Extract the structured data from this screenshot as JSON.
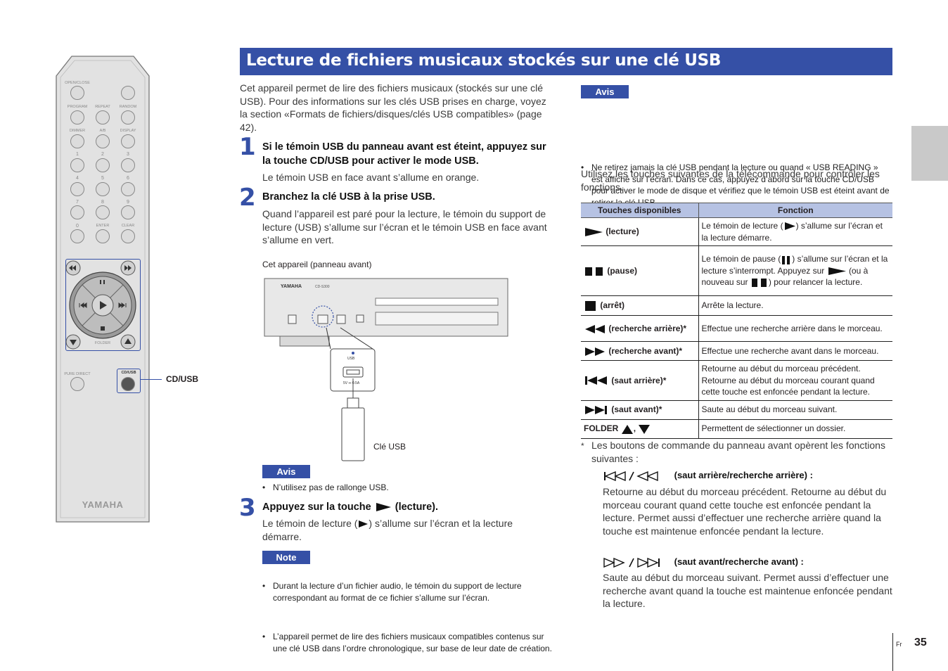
{
  "header": {
    "title": "Lecture de fichiers musicaux stockés sur une clé USB"
  },
  "intro": "Cet appareil permet de lire des fichiers musicaux (stockés sur une clé USB). Pour des informations sur les clés USB prises en charge, voyez la section «Formats de fichiers/disques/clés USB compatibles» (page 42).",
  "steps": [
    {
      "num": "1",
      "title": "Si le témoin USB du panneau avant est éteint, appuyez sur la touche CD/USB pour activer le mode USB.",
      "text": "Le témoin USB en face avant s’allume en orange."
    },
    {
      "num": "2",
      "title": "Branchez la clé USB à la prise USB.",
      "text": "Quand l’appareil est paré pour la lecture, le témoin du support de lecture (USB) s’allume sur l’écran et le témoin USB en face avant s’allume en vert."
    },
    {
      "num": "3",
      "title_pre": "Appuyez sur la touche",
      "title_post": "(lecture).",
      "text_pre": "Le témoin de lecture (",
      "text_post": ") s’allume sur l’écran et la lecture démarre."
    }
  ],
  "figure": {
    "panel_caption": "Cet appareil (panneau avant)",
    "usb_caption": "Clé USB",
    "brand": "YAMAHA",
    "model": "CD-S300",
    "usb_port_label": "USB",
    "usb_port_sub": "5V ⎓ 0.5A"
  },
  "avis_left": {
    "label": "Avis",
    "items": [
      "N’utilisez pas de rallonge USB."
    ]
  },
  "note": {
    "label": "Note",
    "items": [
      "Durant la lecture d’un fichier audio, le témoin du support de lecture correspondant au format de ce fichier s’allume sur l’écran.",
      "L’appareil permet de lire des fichiers musicaux compatibles contenus sur une clé USB dans l’ordre chronologique, sur base de leur date de création."
    ]
  },
  "avis_right": {
    "label": "Avis",
    "items": [
      "Ne retirez jamais la clé USB pendant la lecture ou quand « USB READING » est affiché sur l’écran. Dans ce cas, appuyez d’abord sur la touche CD/USB pour activer le mode de disque et vérifiez que le témoin USB est éteint avant de retirer la clé USB."
    ]
  },
  "right_intro": "Utilisez les touches suivantes de la télécommande pour contrôler les fonctions.",
  "table": {
    "headers": [
      "Touches disponibles",
      "Fonction"
    ],
    "rows": [
      {
        "icon": "play-icon",
        "key": "(lecture)",
        "func_pre": "Le témoin de lecture (",
        "func_post": ") s’allume sur l’écran et la lecture démarre."
      },
      {
        "icon": "pause-icon",
        "key": "(pause)",
        "func_a": "Le témoin de pause (",
        "func_b": ") s’allume sur l’écran et la lecture s’interrompt. Appuyez sur",
        "func_c": "(ou à nouveau sur",
        "func_d": ") pour relancer la lecture."
      },
      {
        "icon": "stop-icon",
        "key": "(arrêt)",
        "func": "Arrête la lecture."
      },
      {
        "icon": "rewind-icon",
        "key": "(recherche arrière)*",
        "func": "Effectue une recherche arrière dans le morceau."
      },
      {
        "icon": "fast-forward-icon",
        "key": "(recherche avant)*",
        "func": "Effectue une recherche avant dans le morceau."
      },
      {
        "icon": "skip-back-icon",
        "key": "(saut arrière)*",
        "func": "Retourne au début du morceau précédent. Retourne au début du morceau courant quand cette touche est enfoncée pendant la lecture."
      },
      {
        "icon": "skip-forward-icon",
        "key": "(saut avant)*",
        "func": "Saute au début du morceau suivant."
      },
      {
        "icon": "folder-arrows",
        "key": "FOLDER",
        "key_sep": ",",
        "func": "Permettent de sélectionner un dossier."
      }
    ]
  },
  "footnote": {
    "mark": "*",
    "text": "Les boutons de commande du panneau avant opèrent les fonctions suivantes :",
    "items": [
      {
        "title": "(saut arrière/recherche arrière) :",
        "text": "Retourne au début du morceau précédent. Retourne au début du morceau courant quand cette touche est enfoncée pendant la lecture. Permet aussi d’effectuer une recherche arrière quand la touche est maintenue enfoncée pendant la lecture."
      },
      {
        "title": "(saut avant/recherche avant) :",
        "text": "Saute au début du morceau suivant. Permet aussi d’effectuer une recherche avant quand la touche est maintenue enfoncée pendant la lecture."
      }
    ]
  },
  "remote": {
    "callout": "CD/USB",
    "brand": "YAMAHA",
    "labels": {
      "open_close": "OPEN/CLOSE",
      "program": "PROGRAM",
      "repeat": "REPEAT",
      "random": "RANDOM",
      "dimmer": "DIMMER",
      "ab": "A/B",
      "display": "DISPLAY",
      "n1": "1",
      "n2": "2",
      "n3": "3",
      "n4": "4",
      "n5": "5",
      "n6": "6",
      "n7": "7",
      "n8": "8",
      "n9": "9",
      "n0": "0",
      "enter": "ENTER",
      "clear": "CLEAR",
      "folder": "FOLDER",
      "pure_direct": "PURE DIRECT",
      "cd_usb": "CD/USB"
    }
  },
  "footer": {
    "lang": "Fr",
    "page": "35"
  }
}
